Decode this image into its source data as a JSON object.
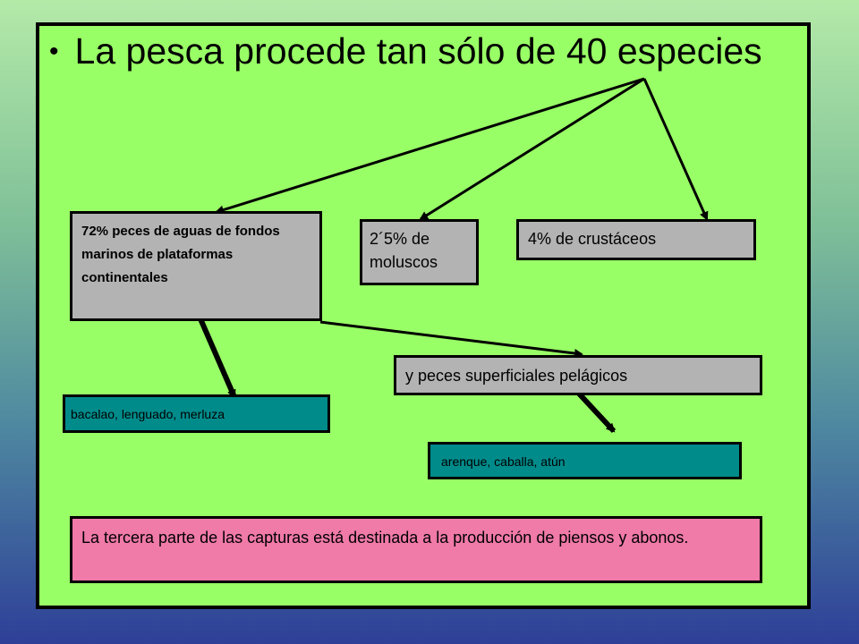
{
  "title": {
    "bullet": "•",
    "text": "La pesca procede tan sólo de 40 especies"
  },
  "boxes": {
    "peces_fondo": "72% peces de aguas de fondos marinos de plataformas continentales",
    "moluscos": "2´5% de moluscos",
    "crustaceos": "4% de crustáceos",
    "pelagicos": "y peces superficiales pelágicos",
    "bacalao": "bacalao, lenguado, merluza",
    "arenque": "arenque, caballa, atún",
    "tercera": "La tercera parte de las capturas está destinada a la producción de piensos y abonos."
  },
  "colors": {
    "slide_bg": "#99ff66",
    "gray_box": "#b3b3b3",
    "teal_box": "#008b8b",
    "pink_box": "#f07aa8"
  }
}
